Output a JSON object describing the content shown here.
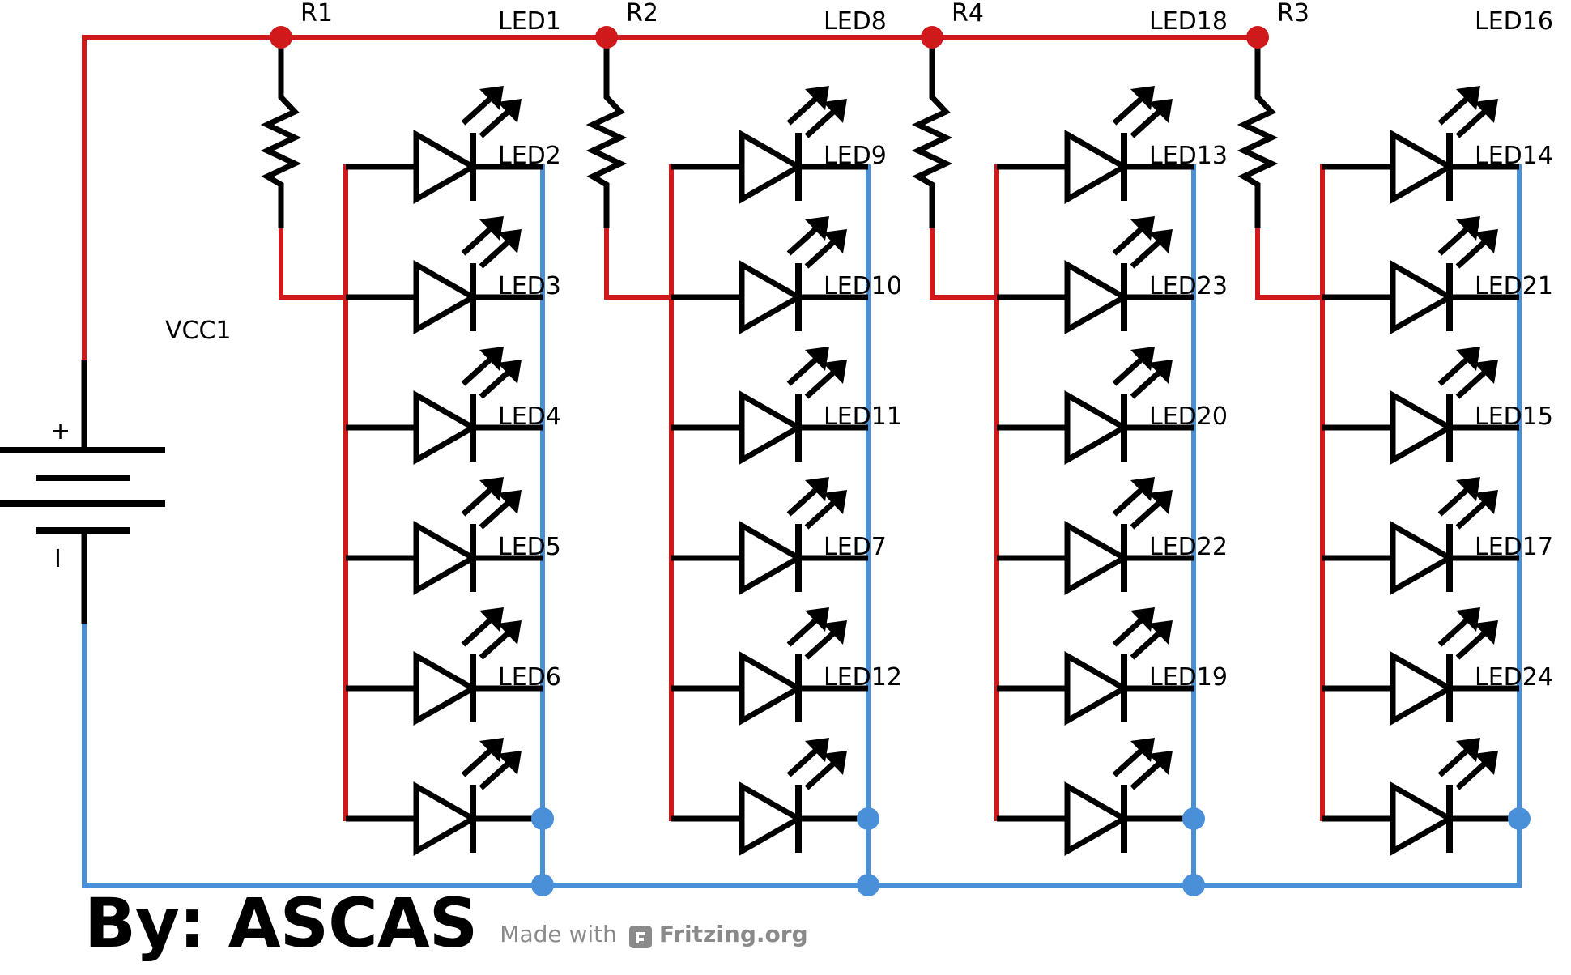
{
  "colors": {
    "positive_wire": "#d0191b",
    "ground_wire": "#4a90d9",
    "symbol": "#000000",
    "caption_gray": "#8a8a8a"
  },
  "source": {
    "label": "VCC1",
    "plus_sign": "+",
    "minus_sign": "I"
  },
  "columns": [
    {
      "resistor": "R1",
      "header_led": "LED1",
      "leds": [
        "LED2",
        "LED3",
        "LED4",
        "LED5",
        "LED6",
        ""
      ]
    },
    {
      "resistor": "R2",
      "header_led": "LED8",
      "leds": [
        "LED9",
        "LED10",
        "LED11",
        "LED7",
        "LED12",
        ""
      ]
    },
    {
      "resistor": "R4",
      "header_led": "LED18",
      "leds": [
        "LED13",
        "LED23",
        "LED20",
        "LED22",
        "LED19",
        ""
      ]
    },
    {
      "resistor": "R3",
      "header_led": "LED16",
      "leds": [
        "LED14",
        "LED21",
        "LED15",
        "LED17",
        "LED24",
        ""
      ]
    }
  ],
  "credit": {
    "author": "By: ASCAS",
    "made_with": "Made with",
    "fritzing": "Fritzing.org",
    "logo_icon": "fritzing-logo-icon"
  }
}
